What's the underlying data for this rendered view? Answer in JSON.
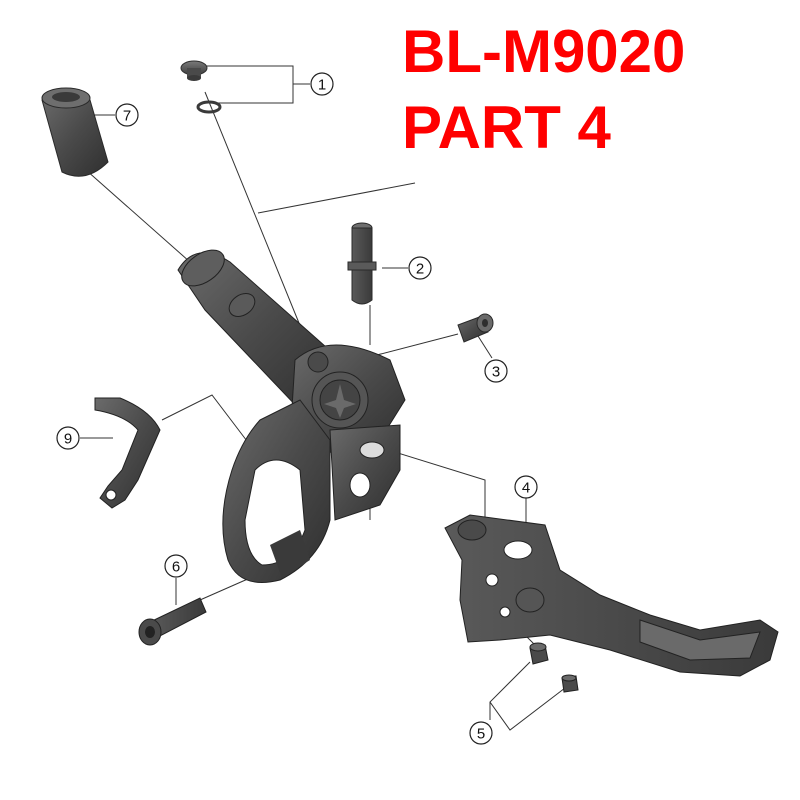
{
  "title": {
    "line1": "BL-M9020",
    "line2": "PART 4"
  },
  "colors": {
    "title": "#ff0000",
    "part_fill": "#4a4a4a",
    "part_light": "#6a6a6a",
    "part_dark": "#2e2e2e",
    "leader": "#333333"
  },
  "callouts": [
    {
      "id": "1",
      "label": "1",
      "part": "bleed-screw-and-o-ring"
    },
    {
      "id": "2",
      "label": "2",
      "part": "lever-pin"
    },
    {
      "id": "3",
      "label": "3",
      "part": "reach-adjust-screw"
    },
    {
      "id": "4",
      "label": "4",
      "part": "brake-lever-blade"
    },
    {
      "id": "5",
      "label": "5",
      "part": "pivot-bushings"
    },
    {
      "id": "6",
      "label": "6",
      "part": "clamp-bolt"
    },
    {
      "id": "7",
      "label": "7",
      "part": "piston-cap"
    },
    {
      "id": "9",
      "label": "9",
      "part": "shift-lever-mount"
    }
  ]
}
